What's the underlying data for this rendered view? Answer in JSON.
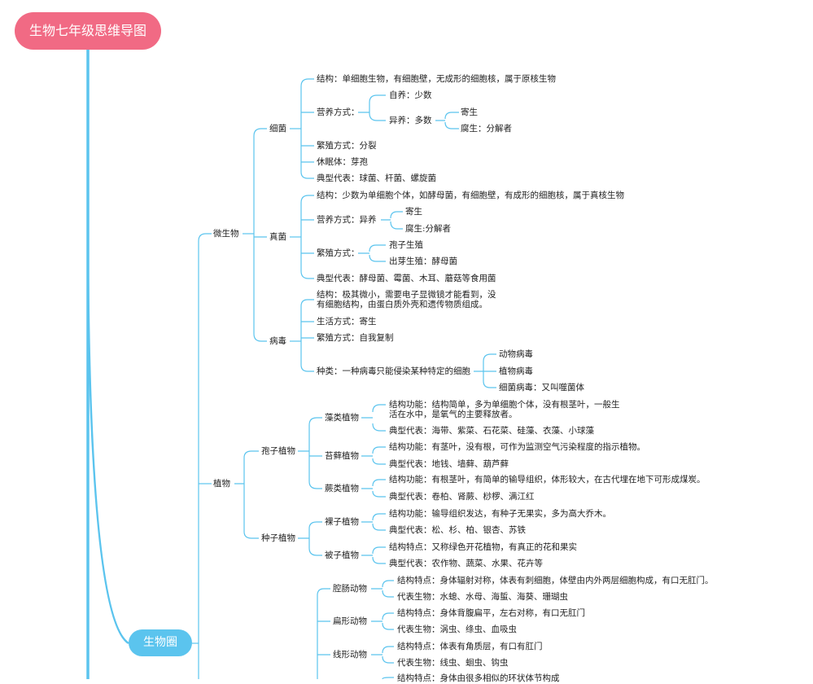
{
  "root": {
    "title": "生物七年级思维导图"
  },
  "branch": {
    "title": "生物圈"
  },
  "microbe": {
    "label": "微生物",
    "bacteria": {
      "label": "细菌",
      "structure": "结构：单细胞生物，有细胞壁，无成形的细胞核，属于原核生物",
      "nutrition": "营养方式：",
      "auto": "自养：少数",
      "hetero": "异养：多数",
      "parasite": "寄生",
      "saprophyte": "腐生：分解者",
      "reproduction": "繁殖方式：分裂",
      "dormant": "休眠体：芽孢",
      "examples": "典型代表：球菌、杆菌、螺旋菌"
    },
    "fungi": {
      "label": "真菌",
      "structure": "结构：少数为单细胞个体，如酵母菌，有细胞壁，有成形的细胞核，属于真核生物",
      "nutrition": "营养方式：异养",
      "parasite": "寄生",
      "saprophyte": "腐生:分解者",
      "reproduction": "繁殖方式：",
      "spore": "孢子生殖",
      "budding": "出芽生殖：酵母菌",
      "examples": "典型代表：酵母菌、霉菌、木耳、蘑菇等食用菌"
    },
    "virus": {
      "label": "病毒",
      "structure1": "结构：极其微小，需要电子显微镜才能看到，没",
      "structure2": "有细胞结构，由蛋白质外壳和遗传物质组成。",
      "life": "生活方式：寄生",
      "reproduction": "繁殖方式：自我复制",
      "types": "种类：一种病毒只能侵染某种特定的细胞",
      "animal": "动物病毒",
      "plant": "植物病毒",
      "phage": "细菌病毒：又叫噬菌体"
    }
  },
  "plants": {
    "label": "植物",
    "spore_plants": {
      "label": "孢子植物",
      "algae": {
        "label": "藻类植物",
        "feature1": "结构功能：结构简单，多为单细胞个体，没有根茎叶，一般生",
        "feature2": "活在水中，是氧气的主要释放者。",
        "examples": "典型代表：海带、紫菜、石花菜、硅藻、衣藻、小球藻"
      },
      "moss": {
        "label": "苔藓植物",
        "feature": "结构功能：有茎叶，没有根，可作为监测空气污染程度的指示植物。",
        "examples": "典型代表：地钱、墙藓、葫芦藓"
      },
      "fern": {
        "label": "蕨类植物",
        "feature": "结构功能：有根茎叶，有简单的输导组织，体形较大，在古代埋在地下可形成煤炭。",
        "examples": "典型代表：卷柏、肾蕨、桫椤、满江红"
      }
    },
    "seed_plants": {
      "label": "种子植物",
      "gymno": {
        "label": "裸子植物",
        "feature": "结构功能：输导组织发达，有种子无果实，多为高大乔木。",
        "examples": "典型代表：松、杉、柏、银杏、苏铁"
      },
      "angio": {
        "label": "被子植物",
        "feature": "结构特点：又称绿色开花植物，有真正的花和果实",
        "examples": "典型代表：农作物、蔬菜、水果、花卉等"
      }
    }
  },
  "animals": {
    "coel": {
      "label": "腔肠动物",
      "feature": "结构特点：身体辐射对称，体表有刺细胞，体壁由内外两层细胞构成，有口无肛门。",
      "examples": "代表生物：水螅、水母、海蜇、海葵、珊瑚虫"
    },
    "flat": {
      "label": "扁形动物",
      "feature": "结构特点：身体背腹扁平，左右对称，有口无肛门",
      "examples": "代表生物：涡虫、绦虫、血吸虫"
    },
    "round": {
      "label": "线形动物",
      "feature": "结构特点：体表有角质层，有口有肛门",
      "examples": "代表生物：线虫、蛔虫、钩虫"
    },
    "next": "结构特点：身体由很多相似的环状体节构成"
  },
  "colors": {
    "root": "#f16a84",
    "branch": "#5bc4ee",
    "line": "#5bc4ee"
  }
}
